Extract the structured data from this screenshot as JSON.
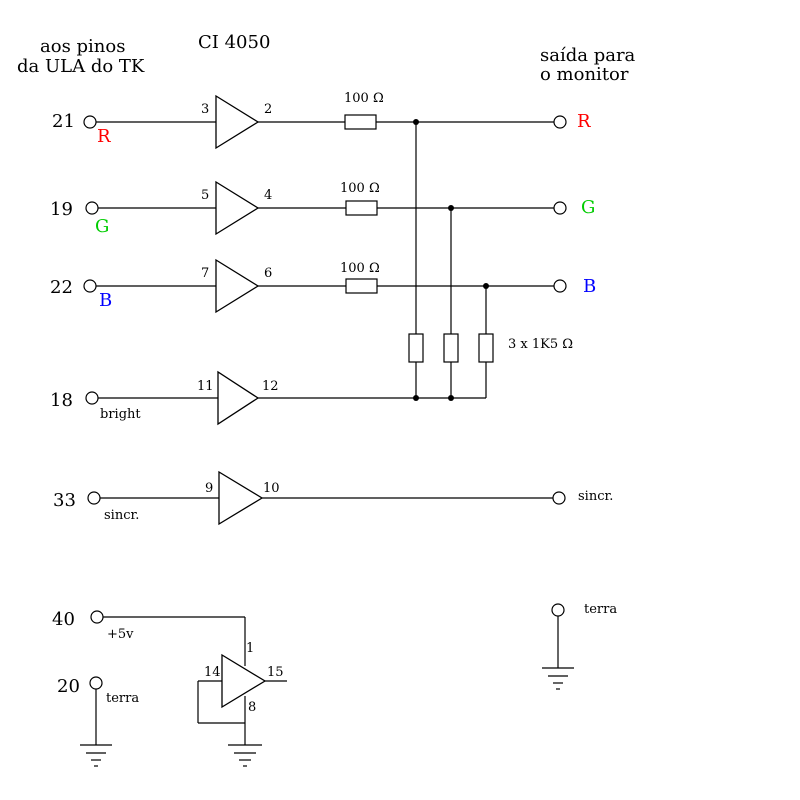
{
  "headers": {
    "left_line1": "aos pinos",
    "left_line2": "da ULA do TK",
    "chip": "CI 4050",
    "right_line1": "saída para",
    "right_line2": "o monitor"
  },
  "ula_pins": {
    "r": "21",
    "g": "19",
    "b": "22",
    "bright": "18",
    "sync": "33",
    "vcc": "40",
    "gnd": "20"
  },
  "input_labels": {
    "r": "R",
    "g": "G",
    "b": "B",
    "bright": "bright",
    "sync": "sincr.",
    "vcc": "+5v",
    "gnd": "terra"
  },
  "buffer_pins": {
    "r_in": "3",
    "r_out": "2",
    "g_in": "5",
    "g_out": "4",
    "b_in": "7",
    "b_out": "6",
    "bright_in": "11",
    "bright_out": "12",
    "sync_in": "9",
    "sync_out": "10",
    "spare_in": "14",
    "spare_out": "15",
    "vdd": "1",
    "vss": "8"
  },
  "resistors": {
    "series_r": "100 Ω",
    "series_g": "100 Ω",
    "series_b": "100 Ω",
    "pulldown": "3 x 1K5 Ω"
  },
  "outputs": {
    "r": "R",
    "g": "G",
    "b": "B",
    "sync": "sincr.",
    "gnd": "terra"
  },
  "colors": {
    "red": "#ff0000",
    "green": "#00cc00",
    "blue": "#0000ff"
  }
}
